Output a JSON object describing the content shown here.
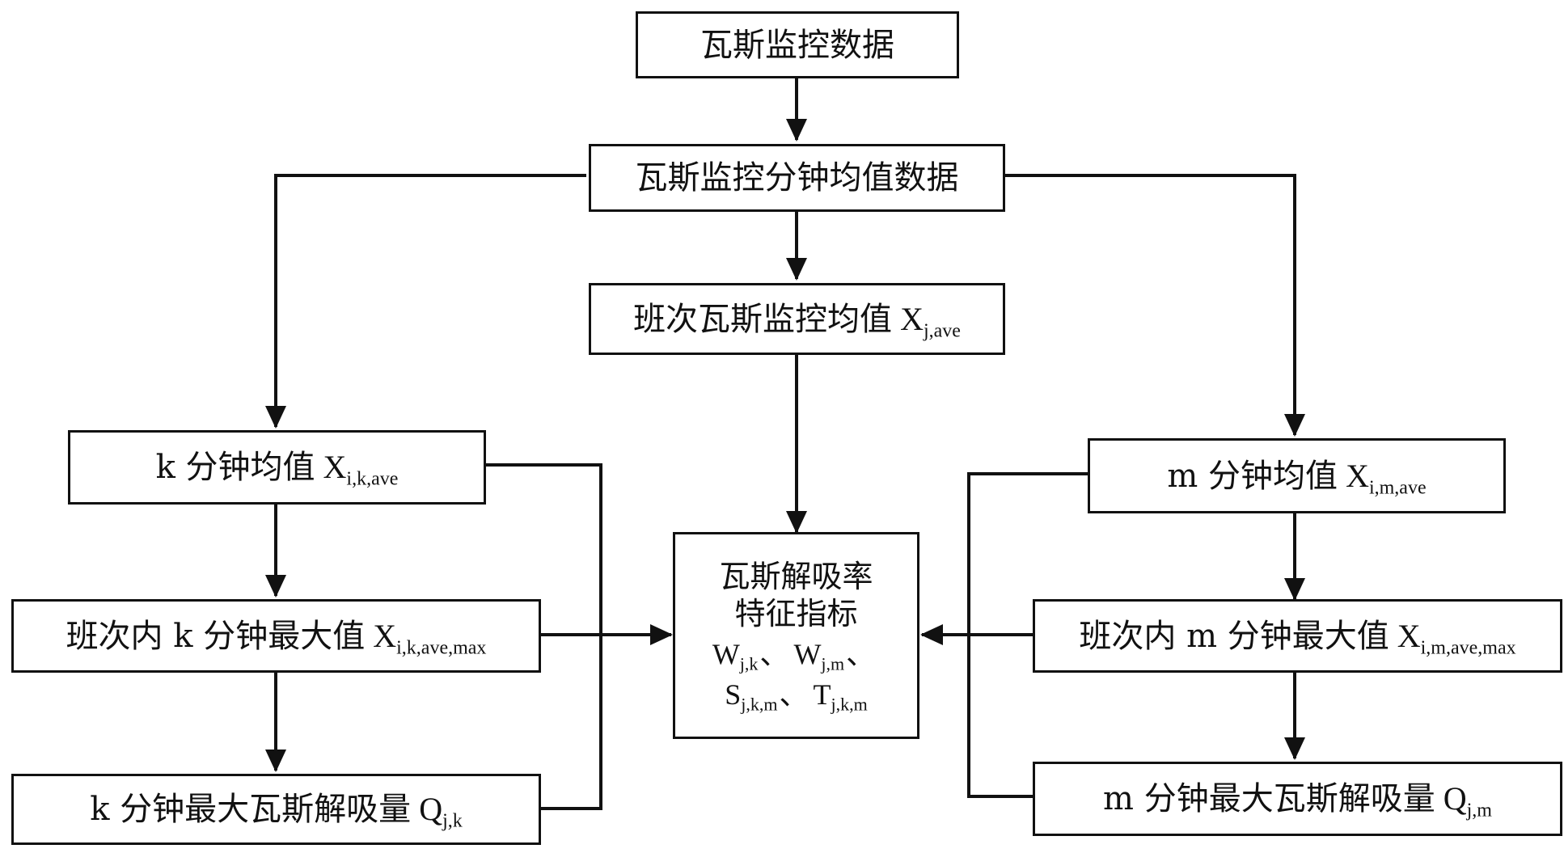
{
  "nodes": {
    "gas_data": {
      "text": "瓦斯监控数据"
    },
    "minute_mean": {
      "text": "瓦斯监控分钟均值数据"
    },
    "shift_mean": {
      "text": "班次瓦斯监控均值",
      "var": "X",
      "sub": "j,ave"
    },
    "k_mean": {
      "prefix": "k 分钟均值",
      "var": "X",
      "sub": "i,k,ave"
    },
    "k_max": {
      "prefix": "班次内 k 分钟最大值",
      "var": "X",
      "sub": "i,k,ave,max"
    },
    "k_q": {
      "prefix": "k 分钟最大瓦斯解吸量",
      "var": "Q",
      "sub": "j,k"
    },
    "m_mean": {
      "prefix": "m 分钟均值",
      "var": "X",
      "sub": "i,m,ave"
    },
    "m_max": {
      "prefix": "班次内 m 分钟最大值",
      "var": "X",
      "sub": "i,m,ave,max"
    },
    "m_q": {
      "prefix": "m 分钟最大瓦斯解吸量",
      "var": "Q",
      "sub": "j,m"
    },
    "indicator": {
      "line1": "瓦斯解吸率",
      "line2": "特征指标",
      "w1": {
        "var": "W",
        "sub": "j,k"
      },
      "w2": {
        "var": "W",
        "sub": "j,m"
      },
      "s": {
        "var": "S",
        "sub": "j,k,m"
      },
      "t": {
        "var": "T",
        "sub": "j,k,m"
      },
      "separator": "、"
    }
  },
  "colors": {
    "stroke": "#111111",
    "background": "#ffffff"
  }
}
